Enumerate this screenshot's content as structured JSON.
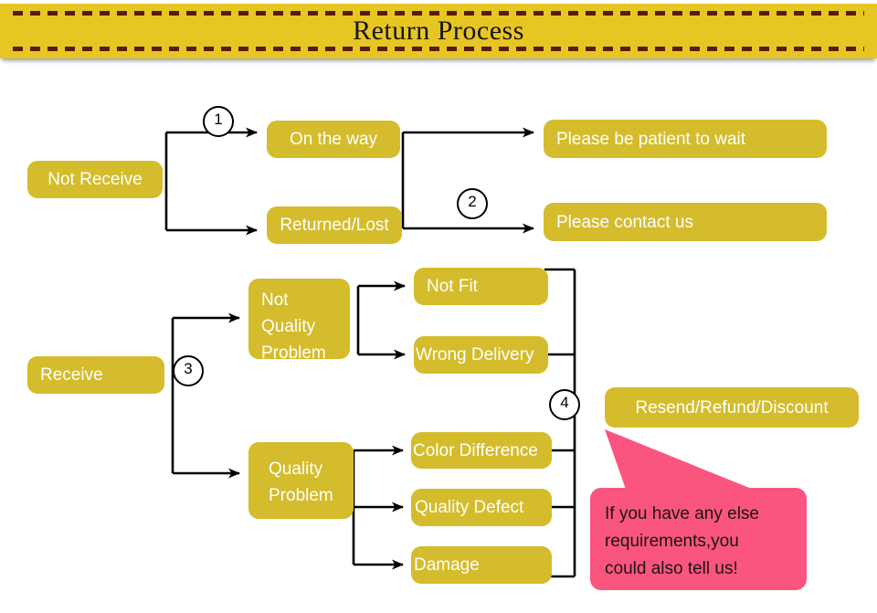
{
  "header": {
    "title": "Return Process",
    "band_color": "#E7C624",
    "dash_color": "#5E1A10"
  },
  "theme": {
    "node_fill": "#D4BC2C",
    "node_text": "#FFFFFF",
    "connector_color": "#000000",
    "callout_fill": "#F9557F",
    "callout_text": "#1B1512",
    "background": "#FFFFFF"
  },
  "flow": {
    "nodes": [
      {
        "id": "not-receive",
        "label": "Not Receive"
      },
      {
        "id": "on-the-way",
        "label": "On the way"
      },
      {
        "id": "returned-lost",
        "label": "Returned/Lost"
      },
      {
        "id": "please-wait",
        "label": "Please be patient to wait"
      },
      {
        "id": "please-contact",
        "label": "Please contact us"
      },
      {
        "id": "receive",
        "label": "Receive"
      },
      {
        "id": "not-quality-problem",
        "label": "Not Quality Problem",
        "lines": [
          "Not",
          "Quality",
          "Problem"
        ]
      },
      {
        "id": "quality-problem",
        "label": "Quality Problem",
        "lines": [
          "Quality",
          "Problem"
        ]
      },
      {
        "id": "not-fit",
        "label": "Not Fit"
      },
      {
        "id": "wrong-delivery",
        "label": "Wrong Delivery"
      },
      {
        "id": "color-difference",
        "label": "Color Difference"
      },
      {
        "id": "quality-defect",
        "label": "Quality Defect"
      },
      {
        "id": "damage",
        "label": "Damage"
      },
      {
        "id": "resend-refund-discount",
        "label": "Resend/Refund/Discount"
      }
    ],
    "steps": [
      {
        "id": "step-1",
        "label": "1"
      },
      {
        "id": "step-2",
        "label": "2"
      },
      {
        "id": "step-3",
        "label": "3"
      },
      {
        "id": "step-4",
        "label": "4"
      }
    ]
  },
  "callout": {
    "lines": [
      "If you have any else",
      "requirements,you",
      "could also tell us!"
    ]
  }
}
